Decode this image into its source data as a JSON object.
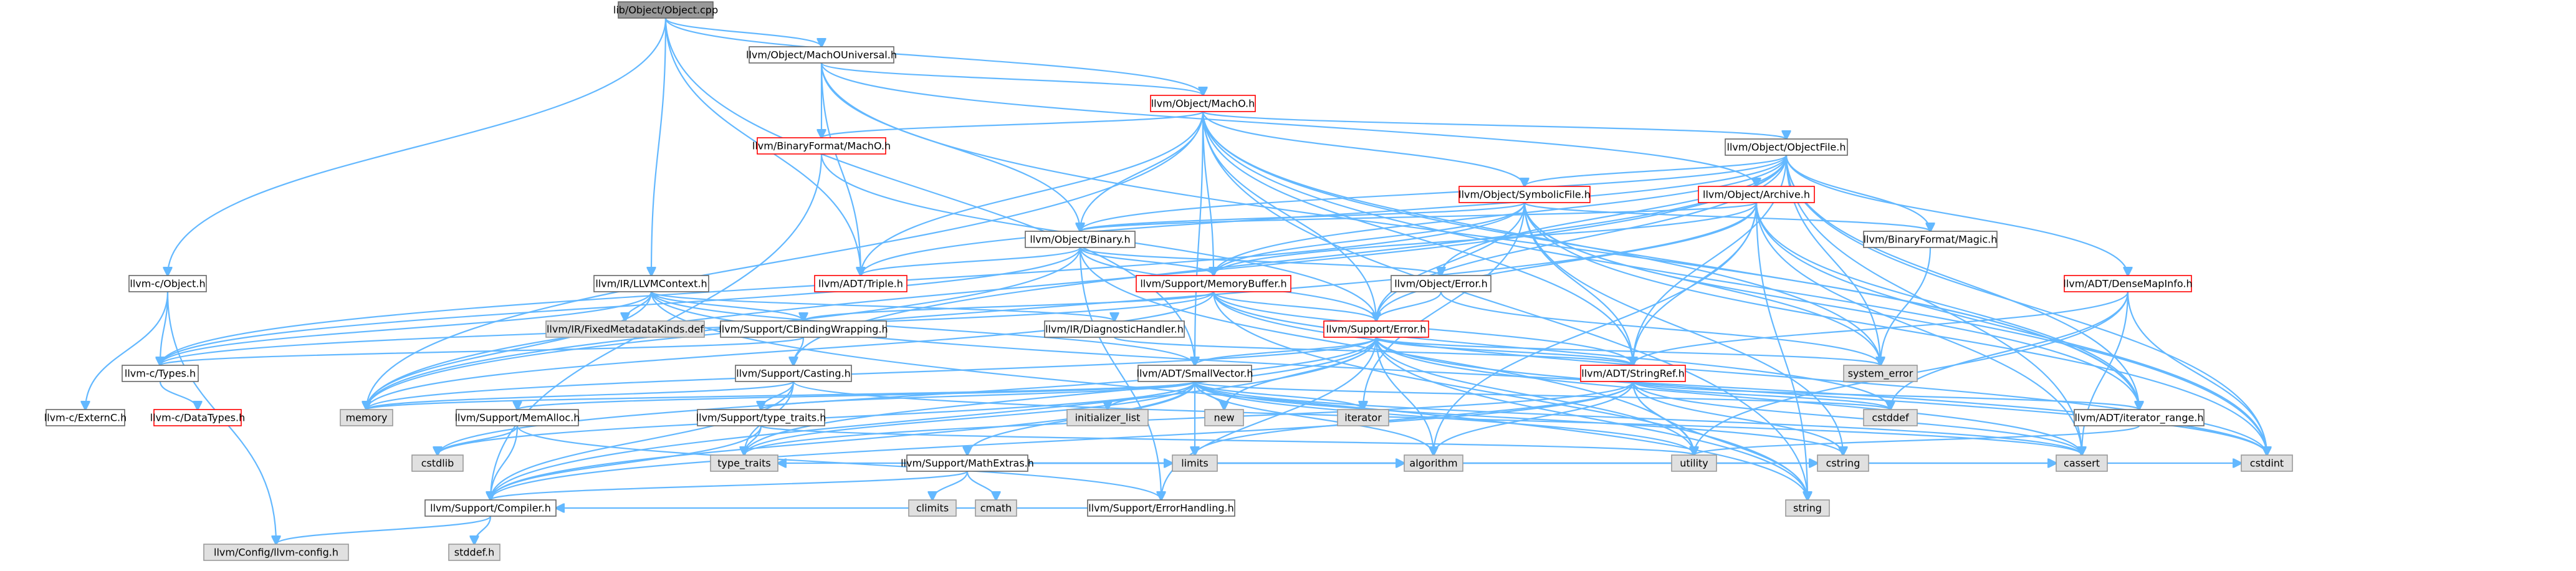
{
  "graph": {
    "nodes": [
      {
        "id": "root",
        "label": "lib/Object/Object.cpp",
        "kind": "root"
      },
      {
        "id": "machouniversal",
        "label": "llvm/Object/MachOUniversal.h",
        "kind": "normal"
      },
      {
        "id": "macho",
        "label": "llvm/Object/MachO.h",
        "kind": "red"
      },
      {
        "id": "bf_macho",
        "label": "llvm/BinaryFormat/MachO.h",
        "kind": "red"
      },
      {
        "id": "objectfile",
        "label": "llvm/Object/ObjectFile.h",
        "kind": "normal"
      },
      {
        "id": "symbolicfile",
        "label": "llvm/Object/SymbolicFile.h",
        "kind": "red"
      },
      {
        "id": "archive",
        "label": "llvm/Object/Archive.h",
        "kind": "red"
      },
      {
        "id": "binary",
        "label": "llvm/Object/Binary.h",
        "kind": "normal"
      },
      {
        "id": "bf_magic",
        "label": "llvm/BinaryFormat/Magic.h",
        "kind": "normal"
      },
      {
        "id": "llvmcontext",
        "label": "llvm/IR/LLVMContext.h",
        "kind": "normal"
      },
      {
        "id": "triple",
        "label": "llvm/ADT/Triple.h",
        "kind": "red"
      },
      {
        "id": "memorybuffer",
        "label": "llvm/Support/MemoryBuffer.h",
        "kind": "red"
      },
      {
        "id": "obj_error",
        "label": "llvm/Object/Error.h",
        "kind": "normal"
      },
      {
        "id": "densemapinfo",
        "label": "llvm/ADT/DenseMapInfo.h",
        "kind": "red"
      },
      {
        "id": "c_object",
        "label": "llvm-c/Object.h",
        "kind": "normal"
      },
      {
        "id": "fixedmd",
        "label": "llvm/IR/FixedMetadataKinds.def",
        "kind": "gray"
      },
      {
        "id": "cbinding",
        "label": "llvm/Support/CBindingWrapping.h",
        "kind": "normal"
      },
      {
        "id": "diaghandler",
        "label": "llvm/IR/DiagnosticHandler.h",
        "kind": "normal"
      },
      {
        "id": "sup_error",
        "label": "llvm/Support/Error.h",
        "kind": "red"
      },
      {
        "id": "c_types",
        "label": "llvm-c/Types.h",
        "kind": "normal"
      },
      {
        "id": "casting",
        "label": "llvm/Support/Casting.h",
        "kind": "normal"
      },
      {
        "id": "smallvector",
        "label": "llvm/ADT/SmallVector.h",
        "kind": "normal"
      },
      {
        "id": "stringref",
        "label": "llvm/ADT/StringRef.h",
        "kind": "red"
      },
      {
        "id": "system_error",
        "label": "system_error",
        "kind": "gray"
      },
      {
        "id": "c_externc",
        "label": "llvm-c/ExternC.h",
        "kind": "normal"
      },
      {
        "id": "c_datatypes",
        "label": "llvm-c/DataTypes.h",
        "kind": "red"
      },
      {
        "id": "memory",
        "label": "memory",
        "kind": "gray"
      },
      {
        "id": "memalloc",
        "label": "llvm/Support/MemAlloc.h",
        "kind": "normal"
      },
      {
        "id": "type_traits_h",
        "label": "llvm/Support/type_traits.h",
        "kind": "normal"
      },
      {
        "id": "mathextras",
        "label": "llvm/Support/MathExtras.h",
        "kind": "normal"
      },
      {
        "id": "initializer_list",
        "label": "initializer_list",
        "kind": "gray"
      },
      {
        "id": "new",
        "label": "new",
        "kind": "gray"
      },
      {
        "id": "iterator",
        "label": "iterator",
        "kind": "gray"
      },
      {
        "id": "cstddef",
        "label": "cstddef",
        "kind": "gray"
      },
      {
        "id": "iterator_range",
        "label": "llvm/ADT/iterator_range.h",
        "kind": "normal"
      },
      {
        "id": "cstdlib",
        "label": "cstdlib",
        "kind": "gray"
      },
      {
        "id": "type_traits",
        "label": "type_traits",
        "kind": "gray"
      },
      {
        "id": "climits",
        "label": "climits",
        "kind": "gray"
      },
      {
        "id": "cmath",
        "label": "cmath",
        "kind": "gray"
      },
      {
        "id": "limits",
        "label": "limits",
        "kind": "gray"
      },
      {
        "id": "algorithm",
        "label": "algorithm",
        "kind": "gray"
      },
      {
        "id": "utility",
        "label": "utility",
        "kind": "gray"
      },
      {
        "id": "cstring",
        "label": "cstring",
        "kind": "gray"
      },
      {
        "id": "cassert",
        "label": "cassert",
        "kind": "gray"
      },
      {
        "id": "cstdint",
        "label": "cstdint",
        "kind": "gray"
      },
      {
        "id": "errorhandling",
        "label": "llvm/Support/ErrorHandling.h",
        "kind": "normal"
      },
      {
        "id": "compiler",
        "label": "llvm/Support/Compiler.h",
        "kind": "normal"
      },
      {
        "id": "string",
        "label": "string",
        "kind": "gray"
      },
      {
        "id": "llvm_config",
        "label": "llvm/Config/llvm-config.h",
        "kind": "gray"
      },
      {
        "id": "stddef",
        "label": "stddef.h",
        "kind": "gray"
      }
    ],
    "edges": [
      [
        "root",
        "machouniversal"
      ],
      [
        "root",
        "macho"
      ],
      [
        "root",
        "c_object"
      ],
      [
        "root",
        "llvmcontext"
      ],
      [
        "root",
        "triple"
      ],
      [
        "root",
        "smallvector"
      ],
      [
        "machouniversal",
        "macho"
      ],
      [
        "machouniversal",
        "bf_macho"
      ],
      [
        "machouniversal",
        "binary"
      ],
      [
        "machouniversal",
        "archive"
      ],
      [
        "machouniversal",
        "triple"
      ],
      [
        "machouniversal",
        "iterator_range"
      ],
      [
        "macho",
        "bf_macho"
      ],
      [
        "macho",
        "objectfile"
      ],
      [
        "macho",
        "symbolicfile"
      ],
      [
        "macho",
        "binary"
      ],
      [
        "macho",
        "triple"
      ],
      [
        "macho",
        "memorybuffer"
      ],
      [
        "macho",
        "stringref"
      ],
      [
        "macho",
        "sup_error"
      ],
      [
        "macho",
        "smallvector"
      ],
      [
        "macho",
        "iterator_range"
      ],
      [
        "macho",
        "system_error"
      ],
      [
        "macho",
        "cstdint"
      ],
      [
        "macho",
        "memory"
      ],
      [
        "macho",
        "string"
      ],
      [
        "bf_macho",
        "sup_error"
      ],
      [
        "bf_macho",
        "compiler"
      ],
      [
        "objectfile",
        "symbolicfile"
      ],
      [
        "objectfile",
        "binary"
      ],
      [
        "objectfile",
        "bf_magic"
      ],
      [
        "objectfile",
        "densemapinfo"
      ],
      [
        "objectfile",
        "memorybuffer"
      ],
      [
        "objectfile",
        "obj_error"
      ],
      [
        "objectfile",
        "stringref"
      ],
      [
        "objectfile",
        "triple"
      ],
      [
        "objectfile",
        "sup_error"
      ],
      [
        "objectfile",
        "casting"
      ],
      [
        "objectfile",
        "iterator_range"
      ],
      [
        "objectfile",
        "system_error"
      ],
      [
        "objectfile",
        "cassert"
      ],
      [
        "objectfile",
        "cstdint"
      ],
      [
        "objectfile",
        "memory"
      ],
      [
        "symbolicfile",
        "binary"
      ],
      [
        "symbolicfile",
        "bf_magic"
      ],
      [
        "symbolicfile",
        "memorybuffer"
      ],
      [
        "symbolicfile",
        "stringref"
      ],
      [
        "symbolicfile",
        "sup_error"
      ],
      [
        "symbolicfile",
        "iterator_range"
      ],
      [
        "symbolicfile",
        "iterator"
      ],
      [
        "symbolicfile",
        "system_error"
      ],
      [
        "symbolicfile",
        "cstdint"
      ],
      [
        "symbolicfile",
        "cstring"
      ],
      [
        "symbolicfile",
        "c_types"
      ],
      [
        "archive",
        "binary"
      ],
      [
        "archive",
        "memorybuffer"
      ],
      [
        "archive",
        "stringref"
      ],
      [
        "archive",
        "sup_error"
      ],
      [
        "archive",
        "iterator_range"
      ],
      [
        "archive",
        "cstdint"
      ],
      [
        "archive",
        "string"
      ],
      [
        "archive",
        "algorithm"
      ],
      [
        "archive",
        "cassert"
      ],
      [
        "archive",
        "memory"
      ],
      [
        "binary",
        "memorybuffer"
      ],
      [
        "binary",
        "obj_error"
      ],
      [
        "binary",
        "triple"
      ],
      [
        "binary",
        "sup_error"
      ],
      [
        "binary",
        "c_types"
      ],
      [
        "binary",
        "errorhandling"
      ],
      [
        "binary",
        "utility"
      ],
      [
        "binary",
        "memory"
      ],
      [
        "bf_magic",
        "system_error"
      ],
      [
        "llvmcontext",
        "c_types"
      ],
      [
        "llvmcontext",
        "cbinding"
      ],
      [
        "llvmcontext",
        "diaghandler"
      ],
      [
        "llvmcontext",
        "fixedmd"
      ],
      [
        "llvmcontext",
        "smallvector"
      ],
      [
        "llvmcontext",
        "cstdint"
      ],
      [
        "llvmcontext",
        "memory"
      ],
      [
        "llvmcontext",
        "string"
      ],
      [
        "memorybuffer",
        "c_types"
      ],
      [
        "memorybuffer",
        "cbinding"
      ],
      [
        "memorybuffer",
        "stringref"
      ],
      [
        "memorybuffer",
        "sup_error"
      ],
      [
        "memorybuffer",
        "cstddef"
      ],
      [
        "memorybuffer",
        "cstdint"
      ],
      [
        "memorybuffer",
        "memory"
      ],
      [
        "memorybuffer",
        "string"
      ],
      [
        "obj_error",
        "sup_error"
      ],
      [
        "obj_error",
        "system_error"
      ],
      [
        "densemapinfo",
        "stringref"
      ],
      [
        "densemapinfo",
        "cassert"
      ],
      [
        "densemapinfo",
        "cstddef"
      ],
      [
        "densemapinfo",
        "cstdint"
      ],
      [
        "densemapinfo",
        "utility"
      ],
      [
        "c_object",
        "c_types"
      ],
      [
        "c_object",
        "c_externc"
      ],
      [
        "c_object",
        "llvm_config"
      ],
      [
        "cbinding",
        "c_types"
      ],
      [
        "cbinding",
        "casting"
      ],
      [
        "diaghandler",
        "stringref"
      ],
      [
        "sup_error",
        "smallvector"
      ],
      [
        "sup_error",
        "stringref"
      ],
      [
        "sup_error",
        "errorhandling"
      ],
      [
        "sup_error",
        "compiler"
      ],
      [
        "sup_error",
        "type_traits"
      ],
      [
        "sup_error",
        "system_error"
      ],
      [
        "sup_error",
        "cassert"
      ],
      [
        "sup_error",
        "cstdint"
      ],
      [
        "sup_error",
        "memory"
      ],
      [
        "sup_error",
        "new"
      ],
      [
        "sup_error",
        "string"
      ],
      [
        "sup_error",
        "utility"
      ],
      [
        "sup_error",
        "algorithm"
      ],
      [
        "sup_error",
        "cstdlib"
      ],
      [
        "c_types",
        "c_datatypes"
      ],
      [
        "casting",
        "type_traits_h"
      ],
      [
        "casting",
        "compiler"
      ],
      [
        "casting",
        "cassert"
      ],
      [
        "casting",
        "memory"
      ],
      [
        "casting",
        "type_traits"
      ],
      [
        "smallvector",
        "memalloc"
      ],
      [
        "smallvector",
        "type_traits_h"
      ],
      [
        "smallvector",
        "compiler"
      ],
      [
        "smallvector",
        "algorithm"
      ],
      [
        "smallvector",
        "cassert"
      ],
      [
        "smallvector",
        "cstddef"
      ],
      [
        "smallvector",
        "cstdlib"
      ],
      [
        "smallvector",
        "cstring"
      ],
      [
        "smallvector",
        "functional"
      ],
      [
        "smallvector",
        "initializer_list"
      ],
      [
        "smallvector",
        "iterator"
      ],
      [
        "smallvector",
        "limits"
      ],
      [
        "smallvector",
        "memory"
      ],
      [
        "smallvector",
        "new"
      ],
      [
        "smallvector",
        "type_traits"
      ],
      [
        "smallvector",
        "utility"
      ],
      [
        "smallvector",
        "mathextras"
      ],
      [
        "stringref",
        "iterator_range"
      ],
      [
        "stringref",
        "compiler"
      ],
      [
        "stringref",
        "algorithm"
      ],
      [
        "stringref",
        "cassert"
      ],
      [
        "stringref",
        "cstddef"
      ],
      [
        "stringref",
        "cstring"
      ],
      [
        "stringref",
        "limits"
      ],
      [
        "stringref",
        "string"
      ],
      [
        "stringref",
        "type_traits"
      ],
      [
        "stringref",
        "utility"
      ],
      [
        "memalloc",
        "compiler"
      ],
      [
        "memalloc",
        "errorhandling"
      ],
      [
        "memalloc",
        "cstdlib"
      ],
      [
        "type_traits_h",
        "compiler"
      ],
      [
        "type_traits_h",
        "type_traits"
      ],
      [
        "type_traits_h",
        "utility"
      ],
      [
        "mathextras",
        "compiler"
      ],
      [
        "mathextras",
        "algorithm"
      ],
      [
        "mathextras",
        "cassert"
      ],
      [
        "mathextras",
        "climits"
      ],
      [
        "mathextras",
        "cmath"
      ],
      [
        "mathextras",
        "cstdint"
      ],
      [
        "mathextras",
        "cstring"
      ],
      [
        "mathextras",
        "limits"
      ],
      [
        "mathextras",
        "type_traits"
      ],
      [
        "iterator_range",
        "utility"
      ],
      [
        "errorhandling",
        "compiler"
      ],
      [
        "compiler",
        "llvm_config"
      ],
      [
        "compiler",
        "stddef"
      ]
    ]
  }
}
